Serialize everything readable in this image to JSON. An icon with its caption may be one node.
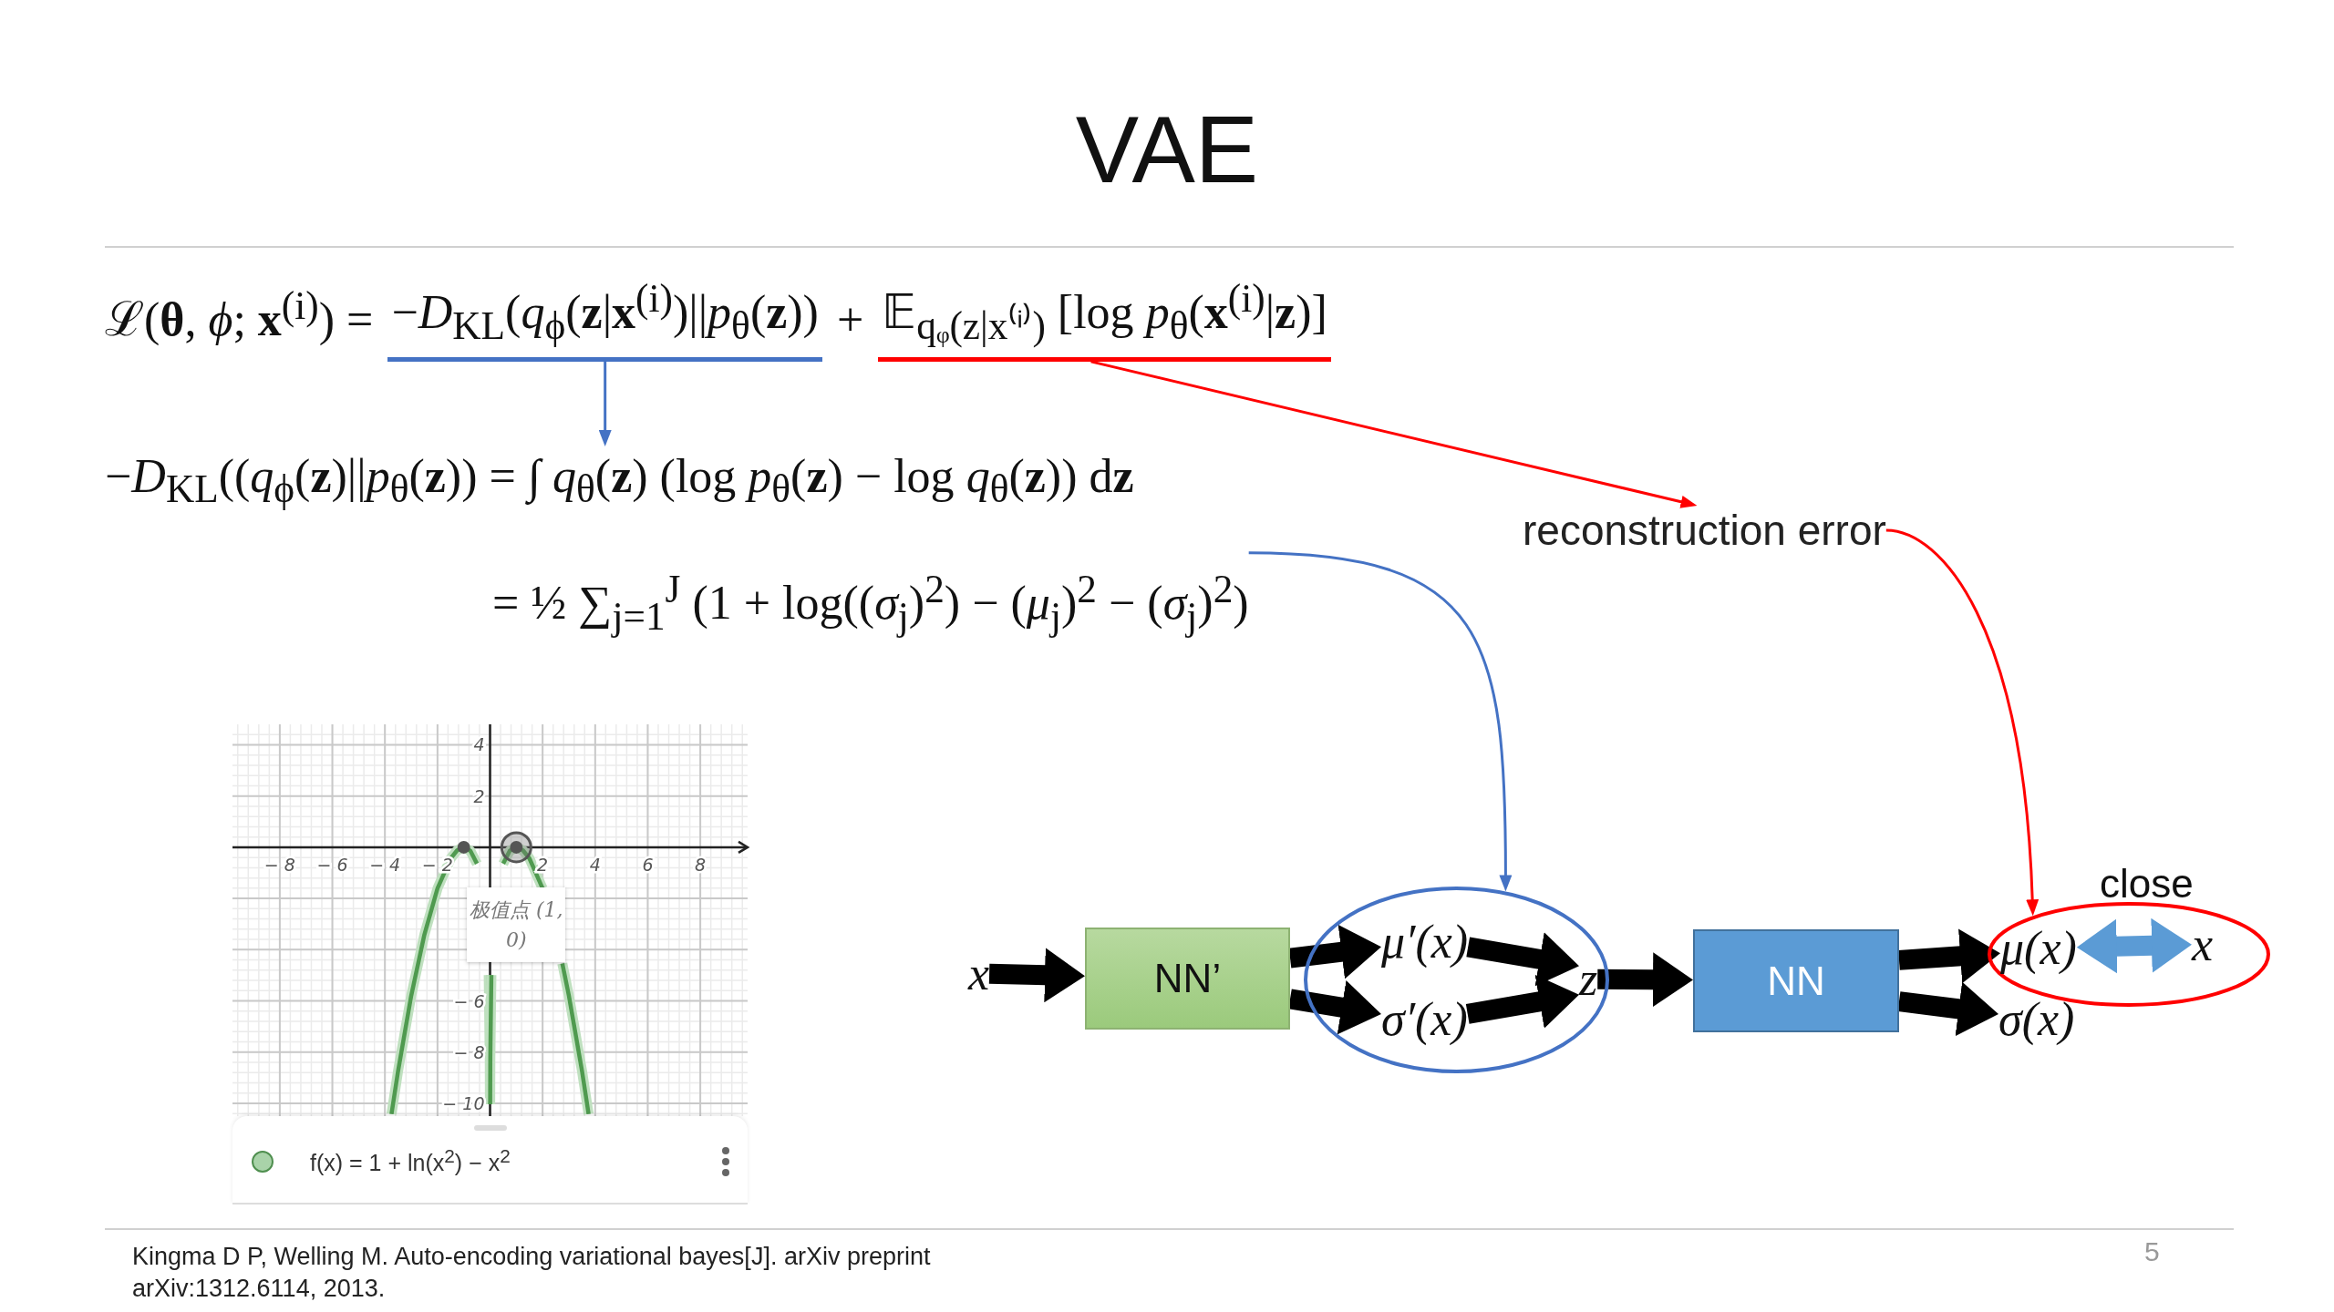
{
  "diagram": {
    "title": "VAE",
    "nodes": [
      {
        "text": [
          "−*D*$_{KL}$(*q*$_{ϕ}$(**z**|**x**$^{(i)}$)||*p*$_{θ}$(**z**))"
        ]
      },
      {
        "text": [
          "𝔼$_{qᵩ(z|x⁽ⁱ⁾)}$ [log *p*$_{θ}$(**x**$^{(i)}$|**z**)]"
        ]
      },
      {
        "text": [
          "−*D*$_{KL}$((*q*$_{ϕ}$(**z**)||*p*$_{θ}$(**z**)) = ∫ *q*$_{θ}$(**z**) (log *p*$_{θ}$(**z**) − log *q*$_{θ}$(**z**)) d**z**",
          "= ½ ∑$_{j=1}$$^{J}$ (1 + log((*σ*$_{j}$)$^{2}$) − (*μ*$_{j}$)$^{2}$ − (*σ*$_{j}$)$^{2}$)"
        ]
      },
      {
        "text": [
          "reconstruction error"
        ]
      },
      {
        "text": [
          "x"
        ]
      },
      {
        "text": [
          "NN’"
        ]
      },
      {
        "text": [],
        "shape": "ellipse"
      },
      {
        "text": [
          "μ′(x)"
        ],
        "in": 6
      },
      {
        "text": [
          "σ′(x)"
        ],
        "in": 6
      },
      {
        "text": [
          "z"
        ],
        "in": 6
      },
      {
        "text": [
          "NN"
        ]
      },
      {
        "text": [],
        "shape": "ellipse"
      },
      {
        "text": [
          "μ(x)"
        ],
        "in": 11
      },
      {
        "text": [
          "x"
        ],
        "in": 11
      },
      {
        "text": [
          "σ(x)"
        ]
      }
    ],
    "edges": [
      {
        "from": 0,
        "to": 2,
        "arrow": "to",
        "color": "#4472c4"
      },
      {
        "from": 1,
        "to": 3,
        "arrow": "to",
        "color": "#ff0000"
      },
      {
        "from": 2,
        "to": 6,
        "arrow": "to",
        "color": "#4472c4"
      },
      {
        "from": 3,
        "to": 11,
        "arrow": "to",
        "color": "#ff0000"
      },
      {
        "from": 4,
        "to": 5,
        "arrow": "to"
      },
      {
        "from": 5,
        "to": 7,
        "arrow": "to"
      },
      {
        "from": 5,
        "to": 8,
        "arrow": "to"
      },
      {
        "from": 7,
        "to": 9,
        "arrow": "to"
      },
      {
        "from": 8,
        "to": 9,
        "arrow": "to"
      },
      {
        "from": 9,
        "to": 10,
        "arrow": "to"
      },
      {
        "from": 10,
        "to": 12,
        "arrow": "to"
      },
      {
        "from": 10,
        "to": 14,
        "arrow": "to"
      },
      {
        "from": 12,
        "to": 13,
        "arrow": "both",
        "color": "#5b9bd5"
      }
    ],
    "labels": [
      "ℒ(**θ**, *ϕ*; **x**$^{(i)}$) =",
      "+",
      "close",
      "Kingma D P, Welling M. Auto-encoding variational bayes[J]. arXiv preprint arXiv:1312.6114, 2013.",
      "5"
    ],
    "legend": [
      {
        "text": "f(x) = 1 + ln(x$^{2}$) − x$^{2}$",
        "color": "#a9d3a9"
      }
    ],
    "chart_data": {
      "type": "line",
      "x": [
        -3.75,
        -3.5,
        -3,
        -2.5,
        -2,
        -1.5,
        -1.25,
        -1,
        -0.75,
        -0.5,
        -0.25,
        -0.1,
        -0.05,
        -0.01,
        -0.004,
        0,
        0.004,
        0.01,
        0.05,
        0.1,
        0.25,
        0.5,
        0.75,
        1,
        1.25,
        1.5,
        2,
        2.5,
        2.75,
        3,
        3.5,
        3.75
      ],
      "series": [
        {
          "color": "#4f9a4f",
          "values": [
            -10.42,
            -8.74,
            -5.8,
            -3.42,
            -1.61,
            -0.44,
            -0.12,
            0,
            -0.14,
            -0.64,
            null,
            null,
            -4.99,
            -8.21,
            -10.04,
            null,
            -10.04,
            -8.21,
            -4.99,
            null,
            null,
            -0.64,
            -0.14,
            0,
            -0.12,
            -0.44,
            -1.61,
            null,
            -4.54,
            -5.8,
            -8.74,
            -10.42
          ]
        }
      ],
      "grid": true,
      "xlim": [
        -9.8,
        9.8
      ],
      "ylim": [
        -10.5,
        4.8
      ],
      "xticks": [
        -8,
        -6,
        -4,
        -2,
        2,
        4,
        6,
        8
      ],
      "yticks": [
        -10,
        -8,
        -6,
        2,
        4
      ],
      "annotations": [
        {
          "x": 1,
          "y": 0,
          "text": "极值点 (1, 0)"
        }
      ]
    }
  }
}
